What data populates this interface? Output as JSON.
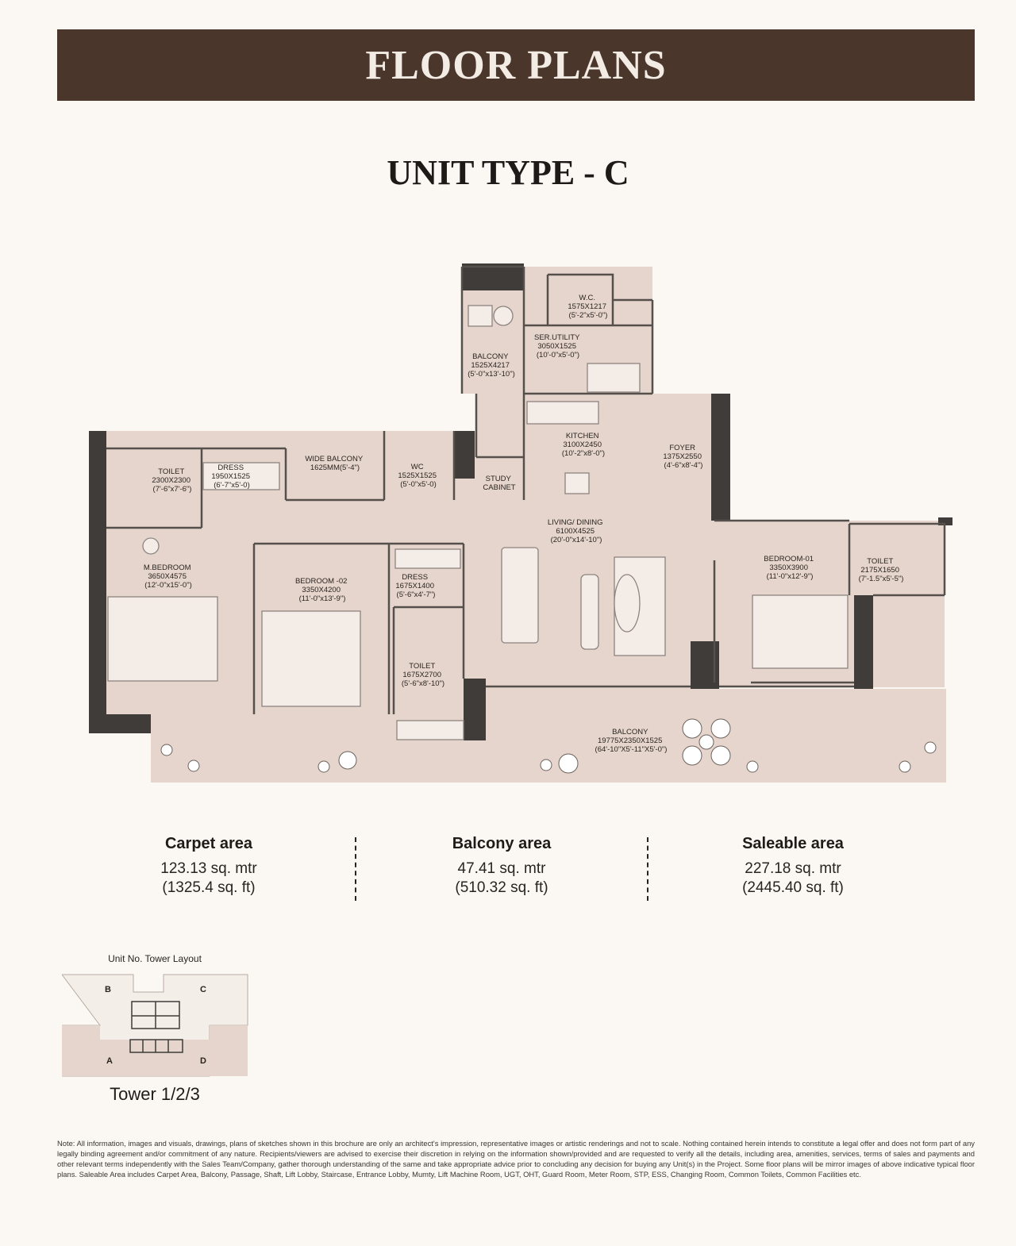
{
  "header": {
    "title": "FLOOR PLANS"
  },
  "unit_title": "UNIT TYPE - C",
  "rooms": {
    "wc_top": [
      "W.C.",
      "1575X1217",
      "(5'-2\"x5'-0\")"
    ],
    "ser_utility": [
      "SER.UTILITY",
      "3050X1525",
      "(10'-0\"x5'-0\")"
    ],
    "balcony_top": [
      "BALCONY",
      "1525X4217",
      "(5'-0\"x13'-10\")"
    ],
    "kitchen": [
      "KITCHEN",
      "3100X2450",
      "(10'-2\"x8'-0\")"
    ],
    "foyer": [
      "FOYER",
      "1375X2550",
      "(4'-6\"x8'-4\")"
    ],
    "toilet_1": [
      "TOILET",
      "2300X2300",
      "(7'-6\"x7'-6\")"
    ],
    "dress_1": [
      "DRESS",
      "1950X1525",
      "(6'-7\"x5'-0)"
    ],
    "wide_balcony": [
      "WIDE BALCONY",
      "1625MM(5'-4\")"
    ],
    "wc_2": [
      "WC",
      "1525X1525",
      "(5'-0\"x5'-0)"
    ],
    "study": [
      "STUDY",
      "CABINET"
    ],
    "living": [
      "LIVING/ DINING",
      "6100X4525",
      "(20'-0\"x14'-10\")"
    ],
    "m_bedroom": [
      "M.BEDROOM",
      "3650X4575",
      "(12'-0\"x15'-0\")"
    ],
    "bedroom_02": [
      "BEDROOM -02",
      "3350X4200",
      "(11'-0\"x13'-9\")"
    ],
    "dress_2": [
      "DRESS",
      "1675X1400",
      "(5'-6\"x4'-7\")"
    ],
    "toilet_2": [
      "TOILET",
      "1675X2700",
      "(5'-6\"x8'-10\")"
    ],
    "bedroom_01": [
      "BEDROOM-01",
      "3350X3900",
      "(11'-0\"x12'-9\")"
    ],
    "toilet_3": [
      "TOILET",
      "2175X1650",
      "(7'-1.5\"x5'-5\")"
    ],
    "balcony_main": [
      "BALCONY",
      "19775X2350X1525",
      "(64'-10\"X5'-11\"X5'-0\")"
    ]
  },
  "areas": {
    "carpet": {
      "title": "Carpet area",
      "metric": "123.13 sq. mtr",
      "imperial": "(1325.4 sq. ft)"
    },
    "balcony": {
      "title": "Balcony area",
      "metric": "47.41 sq. mtr",
      "imperial": "(510.32 sq. ft)"
    },
    "saleable": {
      "title": "Saleable area",
      "metric": "227.18 sq. mtr",
      "imperial": "(2445.40 sq. ft)"
    }
  },
  "tower": {
    "heading": "Unit No. Tower Layout",
    "units": [
      "B",
      "C",
      "A",
      "D"
    ],
    "name": "Tower 1/2/3"
  },
  "note": "Note: All information, images and visuals, drawings, plans of sketches shown in this brochure are only an architect's impression, representative images or artistic renderings and not to scale. Nothing contained herein intends to constitute a legal offer and does not form part of any legally binding agreement and/or commitment of any nature. Recipients/viewers are advised to exercise their discretion in relying on the information shown/provided and are requested to verify all the details, including area, amenities, services, terms of sales and payments and other relevant terms independently with the Sales Team/Company, gather thorough understanding of the same and take appropriate advice prior to concluding any decision for buying any Unit(s) in the Project. Some floor plans will be mirror images of above indicative typical floor plans. Saleable Area includes Carpet Area, Balcony, Passage, Shaft, Lift Lobby, Staircase, Entrance Lobby, Mumty, Lift Machine Room, UGT, OHT, Guard Room, Meter Room, STP, ESS, Changing Room, Common Toilets, Common Facilities etc.",
  "colors": {
    "header_bg": "#4a362b",
    "floor": "#e6d5cc",
    "wall": "#3f3c3a",
    "page_bg": "#fbf8f4"
  }
}
